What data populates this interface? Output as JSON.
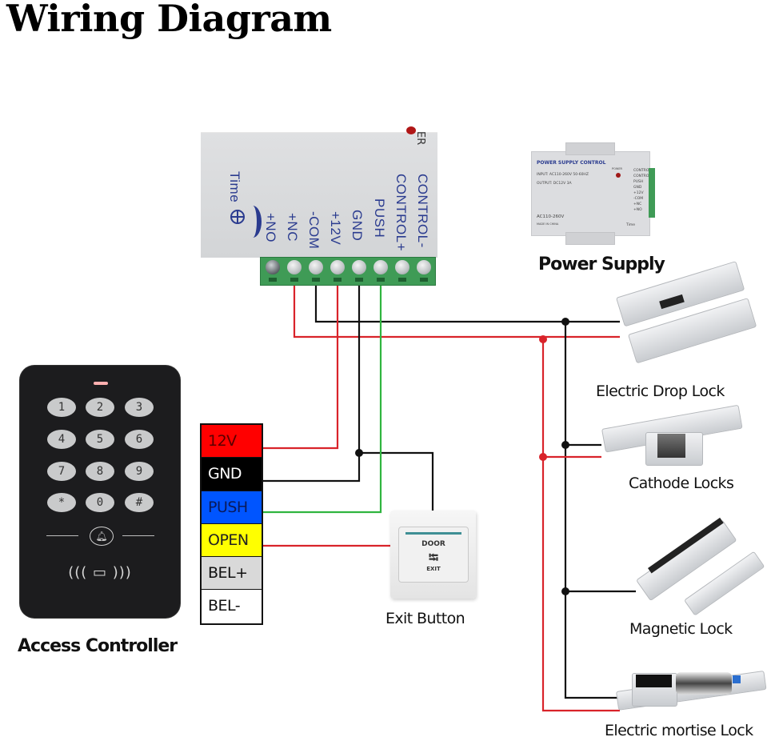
{
  "title": "Wiring Diagram",
  "colors": {
    "wire_red": "#d9232a",
    "wire_black": "#111111",
    "wire_green": "#2fb53f",
    "terminal_green": "#3f9b56",
    "psu_text_blue": "#2a3b8f"
  },
  "power_supply": {
    "label": "Power Supply",
    "terminal_labels": [
      "+NO",
      "+NC",
      "-COM",
      "+12V",
      "GND",
      "PUSH",
      "CONTROL+",
      "CONTROL-"
    ],
    "time_label": "Time",
    "edge_label": "ER",
    "thumbnail": {
      "title": "POWER SUPPLY CONTROL",
      "input": "INPUT: AC110-260V 50-60HZ",
      "output": "OUTPUT: DC12V 3A",
      "rating": "AC110-260V",
      "origin": "MADE IN CHINA",
      "power_led": "POWER",
      "terminals": [
        "CONTROL-",
        "CONTROL+",
        "PUSH",
        "GND",
        "+12V",
        "-COM",
        "+NC",
        "+NO"
      ],
      "time": "Time"
    }
  },
  "access_controller": {
    "label": "Access Controller",
    "keys": [
      "1",
      "2",
      "3",
      "4",
      "5",
      "6",
      "7",
      "8",
      "9",
      "*",
      "0",
      "#"
    ],
    "bell_icon": "bell-icon",
    "rfid_icon": "rfid-card-icon",
    "pins": [
      {
        "label": "12V",
        "bg": "#ff0000",
        "fg": "#5a0000"
      },
      {
        "label": "GND",
        "bg": "#000000",
        "fg": "#ffffff"
      },
      {
        "label": "PUSH",
        "bg": "#0055ff",
        "fg": "#0a1a5a"
      },
      {
        "label": "OPEN",
        "bg": "#ffff00",
        "fg": "#222222"
      },
      {
        "label": "BEL+",
        "bg": "#d9d9d9",
        "fg": "#111111"
      },
      {
        "label": "BEL-",
        "bg": "#ffffff",
        "fg": "#111111"
      }
    ]
  },
  "exit_button": {
    "label": "Exit Button",
    "top_text": "DOOR",
    "bottom_text": "EXIT",
    "key_icon": "key-icon"
  },
  "locks": [
    {
      "label": "Electric Drop Lock"
    },
    {
      "label": "Cathode Locks"
    },
    {
      "label": "Magnetic Lock"
    },
    {
      "label": "Electric mortise Lock"
    }
  ]
}
